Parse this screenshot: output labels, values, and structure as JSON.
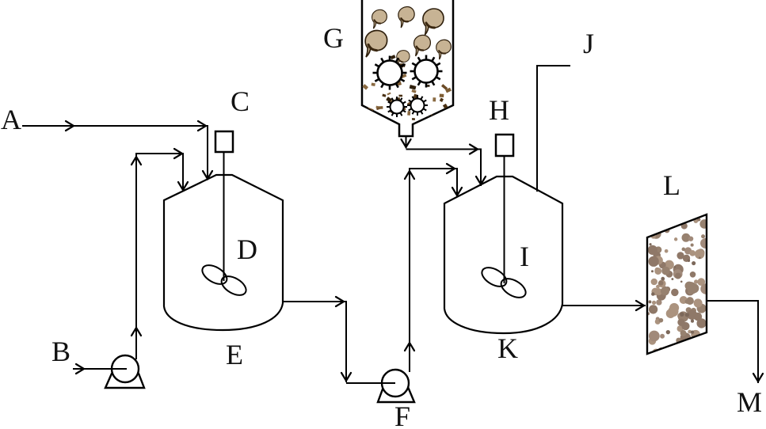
{
  "labels": {
    "A": "A",
    "B": "B",
    "C": "C",
    "D": "D",
    "E": "E",
    "F": "F",
    "G": "G",
    "H": "H",
    "I": "I",
    "J": "J",
    "K": "K",
    "L": "L",
    "M": "M"
  },
  "colors": {
    "line": "#000000",
    "background": "#ffffff",
    "cell_fill": "#c7b394",
    "cell_outline": "#2e1f0c",
    "cell_shadow": "#3a2710",
    "debris": "#6b4a26",
    "filter_particle": "#a18a7a"
  }
}
